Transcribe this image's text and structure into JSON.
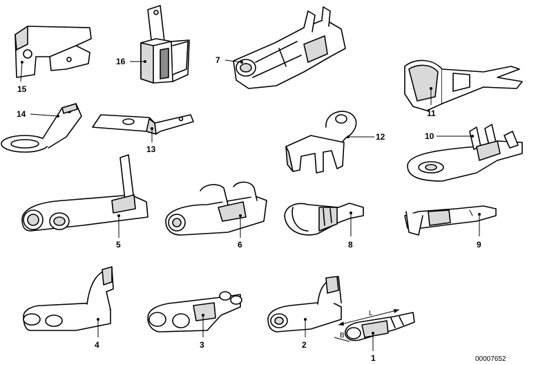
{
  "diagram": {
    "doc_number": "00007652",
    "callouts": [
      "1",
      "2",
      "3",
      "4",
      "5",
      "6",
      "7",
      "8",
      "9",
      "10",
      "11",
      "12",
      "13",
      "14",
      "15",
      "16"
    ],
    "dimension_labels": {
      "length": "L",
      "width": "B"
    }
  }
}
